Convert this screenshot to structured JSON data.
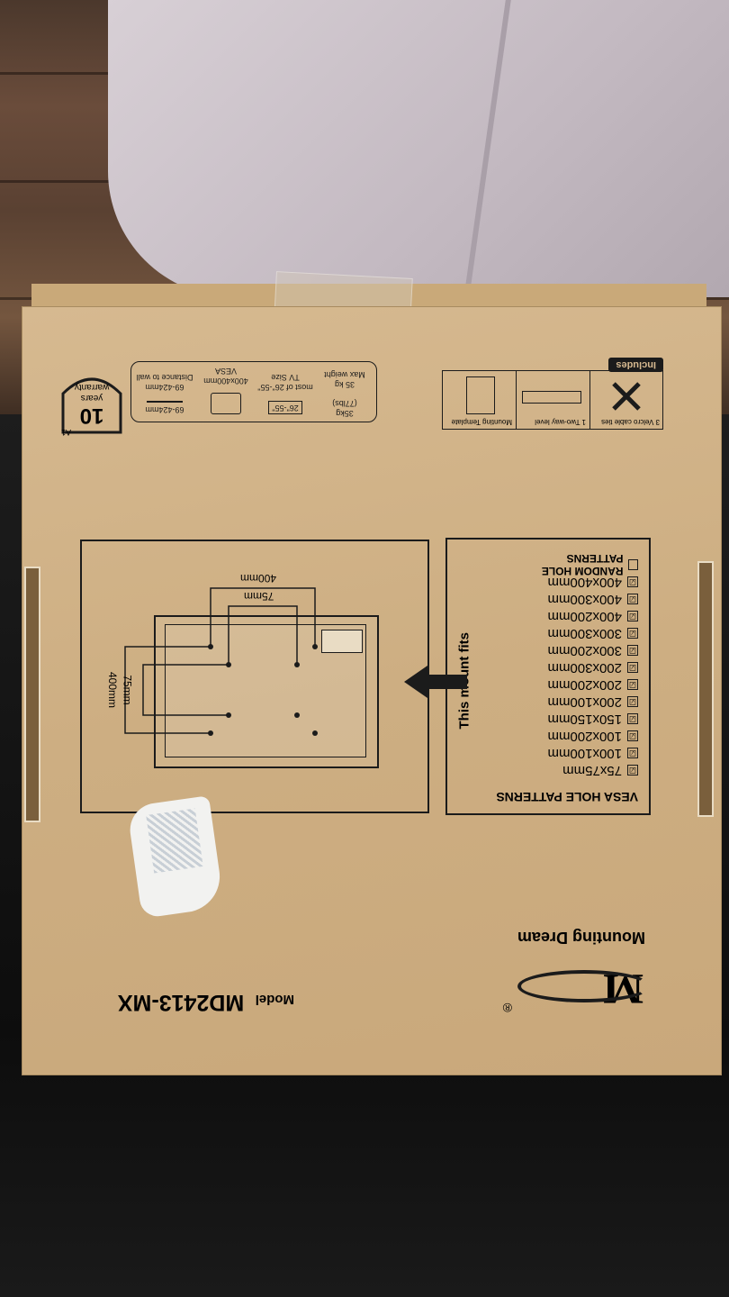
{
  "includes": {
    "label": "Includes",
    "items": [
      "3 Velcro cable ties",
      "1 Two-way level",
      "Mounting Template"
    ]
  },
  "specs": {
    "warranty_number": "10",
    "warranty_text_1": "years",
    "warranty_text_2": "warranty",
    "code": "A1",
    "max_weight_label": "Max weight",
    "max_weight_value": "35 kg",
    "max_weight_icon_1": "35kg",
    "max_weight_icon_2": "(77lbs)",
    "tv_size_label": "TV Size",
    "tv_size_value": "most of 26\"-55\"",
    "tv_size_icon": "26\"-55\"",
    "vesa_label": "VESA",
    "vesa_value": "400x400mm",
    "distance_label": "Distance to wall",
    "distance_value": "69-424mm",
    "distance_icon": "69-424mm"
  },
  "compat": {
    "title": "This mount fits",
    "items": [
      {
        "label": "400x400mm",
        "mark": "☑"
      },
      {
        "label": "400x300mm",
        "mark": "☑"
      },
      {
        "label": "400x200mm",
        "mark": "☑"
      },
      {
        "label": "300x300mm",
        "mark": "☑"
      },
      {
        "label": "300x200mm",
        "mark": "☑"
      },
      {
        "label": "200x300mm",
        "mark": "☑"
      },
      {
        "label": "200x200mm",
        "mark": "☑"
      },
      {
        "label": "200x100mm",
        "mark": "☑"
      },
      {
        "label": "150x150mm",
        "mark": "☑"
      },
      {
        "label": "100x200mm",
        "mark": "☑"
      },
      {
        "label": "100x100mm",
        "mark": "☑"
      },
      {
        "label": "75x75mm",
        "mark": "☑"
      }
    ],
    "random": "RANDOM HOLE PATTERNS",
    "vesa_heading": "VESA HOLE PATTERNS"
  },
  "diagram": {
    "dim_400_top": "400mm",
    "dim_75_top": "75mm",
    "dim_75_side": "75mm",
    "dim_400_side": "400mm"
  },
  "brand": {
    "name": "Mounting Dream",
    "registered": "®",
    "logo_letter": "M"
  },
  "model": {
    "label": "Model",
    "value": "MD2413-MX"
  },
  "colors": {
    "cardboard": "#d0b285",
    "ink": "#1b1b1b",
    "table": "#141414"
  }
}
